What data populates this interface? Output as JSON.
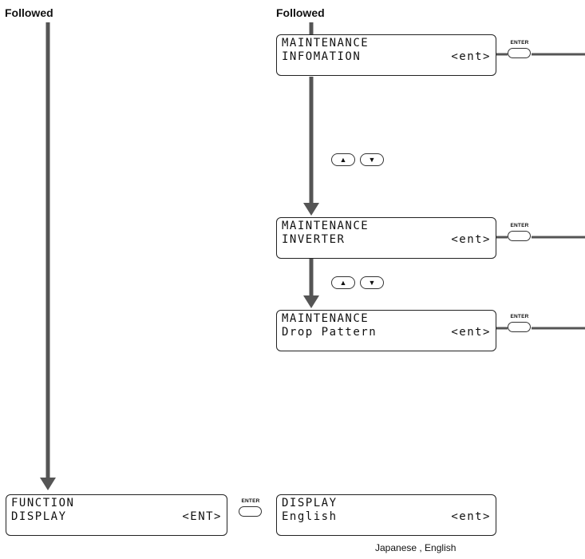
{
  "labels": {
    "left": "Followed",
    "right": "Followed"
  },
  "screens": [
    {
      "line1": "MAINTENANCE",
      "line2_left": "INFOMATION",
      "line2_right": "<ent>"
    },
    {
      "line1": "MAINTENANCE",
      "line2_left": "INVERTER",
      "line2_right": "<ent>"
    },
    {
      "line1": "MAINTENANCE",
      "line2_left": "Drop Pattern",
      "line2_right": "<ent>"
    },
    {
      "line1": "FUNCTION",
      "line2_left": "DISPLAY",
      "line2_right": "<ENT>"
    },
    {
      "line1": "DISPLAY",
      "line2_left": "English",
      "line2_right": "<ent>"
    }
  ],
  "buttons": {
    "enter_label": "ENTER",
    "up_icon": "▲",
    "down_icon": "▼"
  },
  "note": "Japanese , English",
  "colors": {
    "arrow": "#555555",
    "border": "#222222"
  }
}
